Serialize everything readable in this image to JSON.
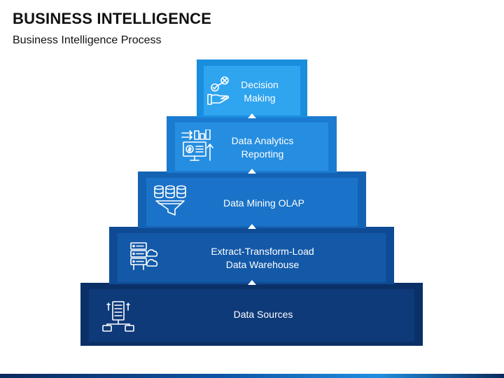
{
  "header": {
    "title": "BUSINESS INTELLIGENCE",
    "subtitle": "Business Intelligence Process"
  },
  "pyramid": {
    "levels": [
      {
        "label": "Decision\nMaking",
        "icon": "decision-hand-icon",
        "outer_color": "#1a8ede",
        "inner_color": "#2fa4ef"
      },
      {
        "label": "Data Analytics\nReporting",
        "icon": "analytics-monitor-icon",
        "outer_color": "#1b7bd0",
        "inner_color": "#268ee0"
      },
      {
        "label": "Data Mining OLAP",
        "icon": "database-funnel-icon",
        "outer_color": "#1462b4",
        "inner_color": "#1a73c8"
      },
      {
        "label": "Extract-Transform-Load\nData Warehouse",
        "icon": "server-cloud-icon",
        "outer_color": "#0f4b94",
        "inner_color": "#1459a8"
      },
      {
        "label": "Data Sources",
        "icon": "server-network-icon",
        "outer_color": "#0b3068",
        "inner_color": "#0e3a7a"
      }
    ]
  }
}
